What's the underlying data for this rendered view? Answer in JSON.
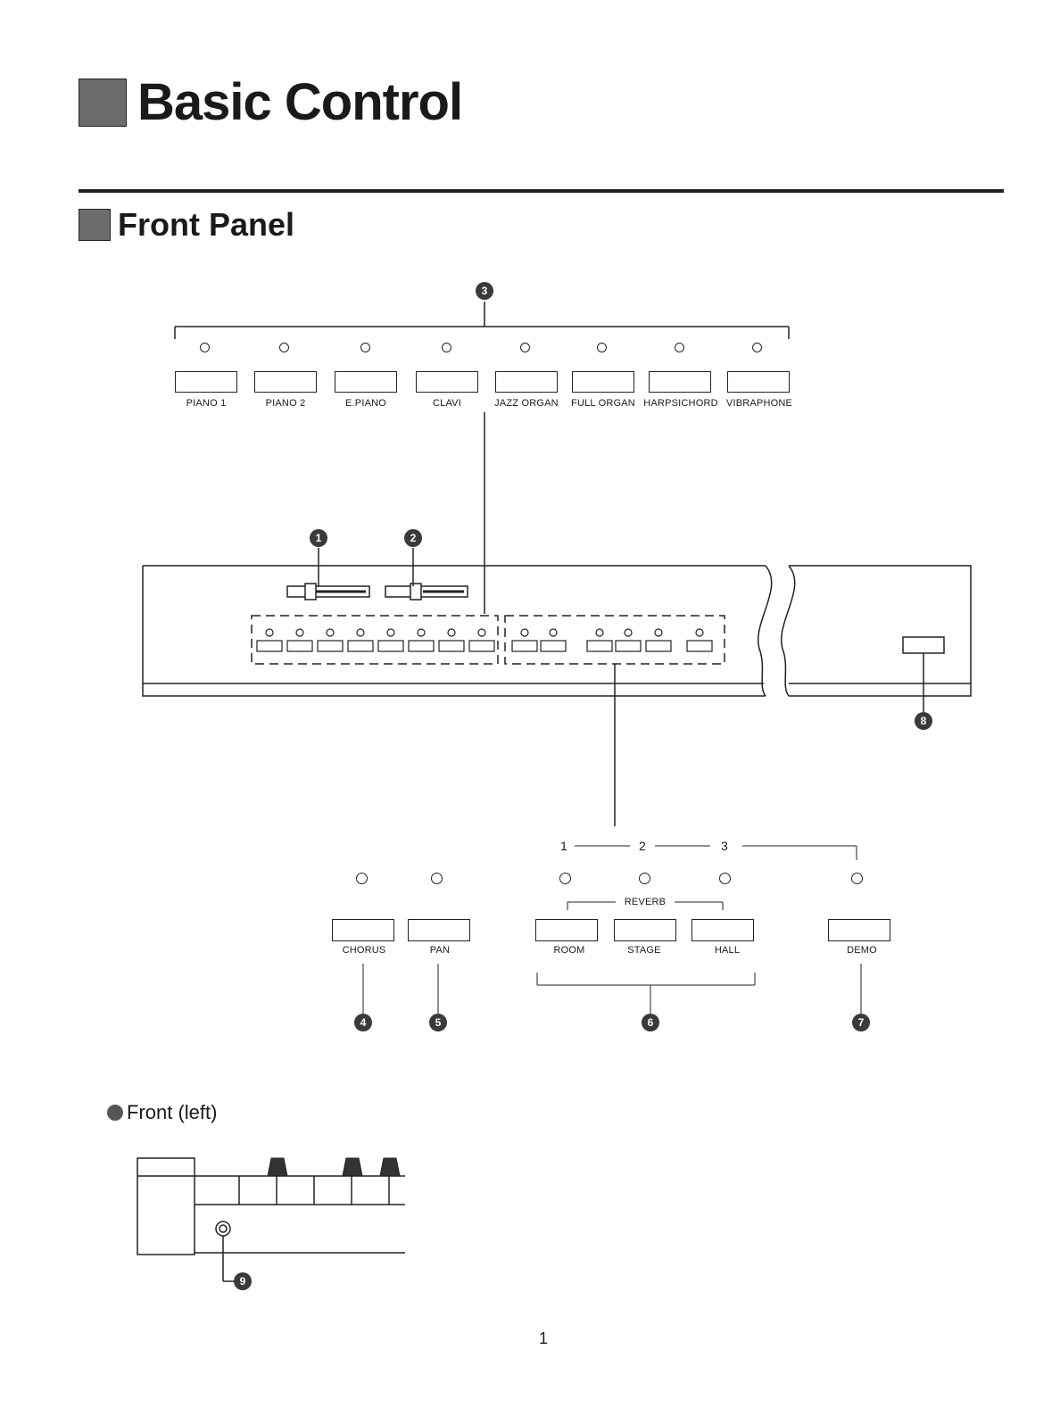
{
  "title": "Basic Control",
  "subtitle": "Front Panel",
  "callouts": {
    "c1": "1",
    "c2": "2",
    "c3": "3",
    "c4": "4",
    "c5": "5",
    "c6": "6",
    "c7": "7",
    "c8": "8",
    "c9": "9"
  },
  "voice_buttons": [
    "PIANO 1",
    "PIANO 2",
    "E.PIANO",
    "CLAVI",
    "JAZZ ORGAN",
    "FULL ORGAN",
    "HARPSICHORD",
    "VIBRAPHONE"
  ],
  "effect_buttons": {
    "chorus": "CHORUS",
    "pan": "PAN",
    "room": "ROOM",
    "stage": "STAGE",
    "hall": "HALL",
    "demo": "DEMO",
    "reverb_group": "REVERB"
  },
  "demo_numbers": [
    "1",
    "2",
    "3"
  ],
  "front_left_label": "Front (left)",
  "page_number": "1",
  "icons": {
    "heading_square": "shaded-square-icon",
    "bullet": "filled-circle-icon"
  }
}
